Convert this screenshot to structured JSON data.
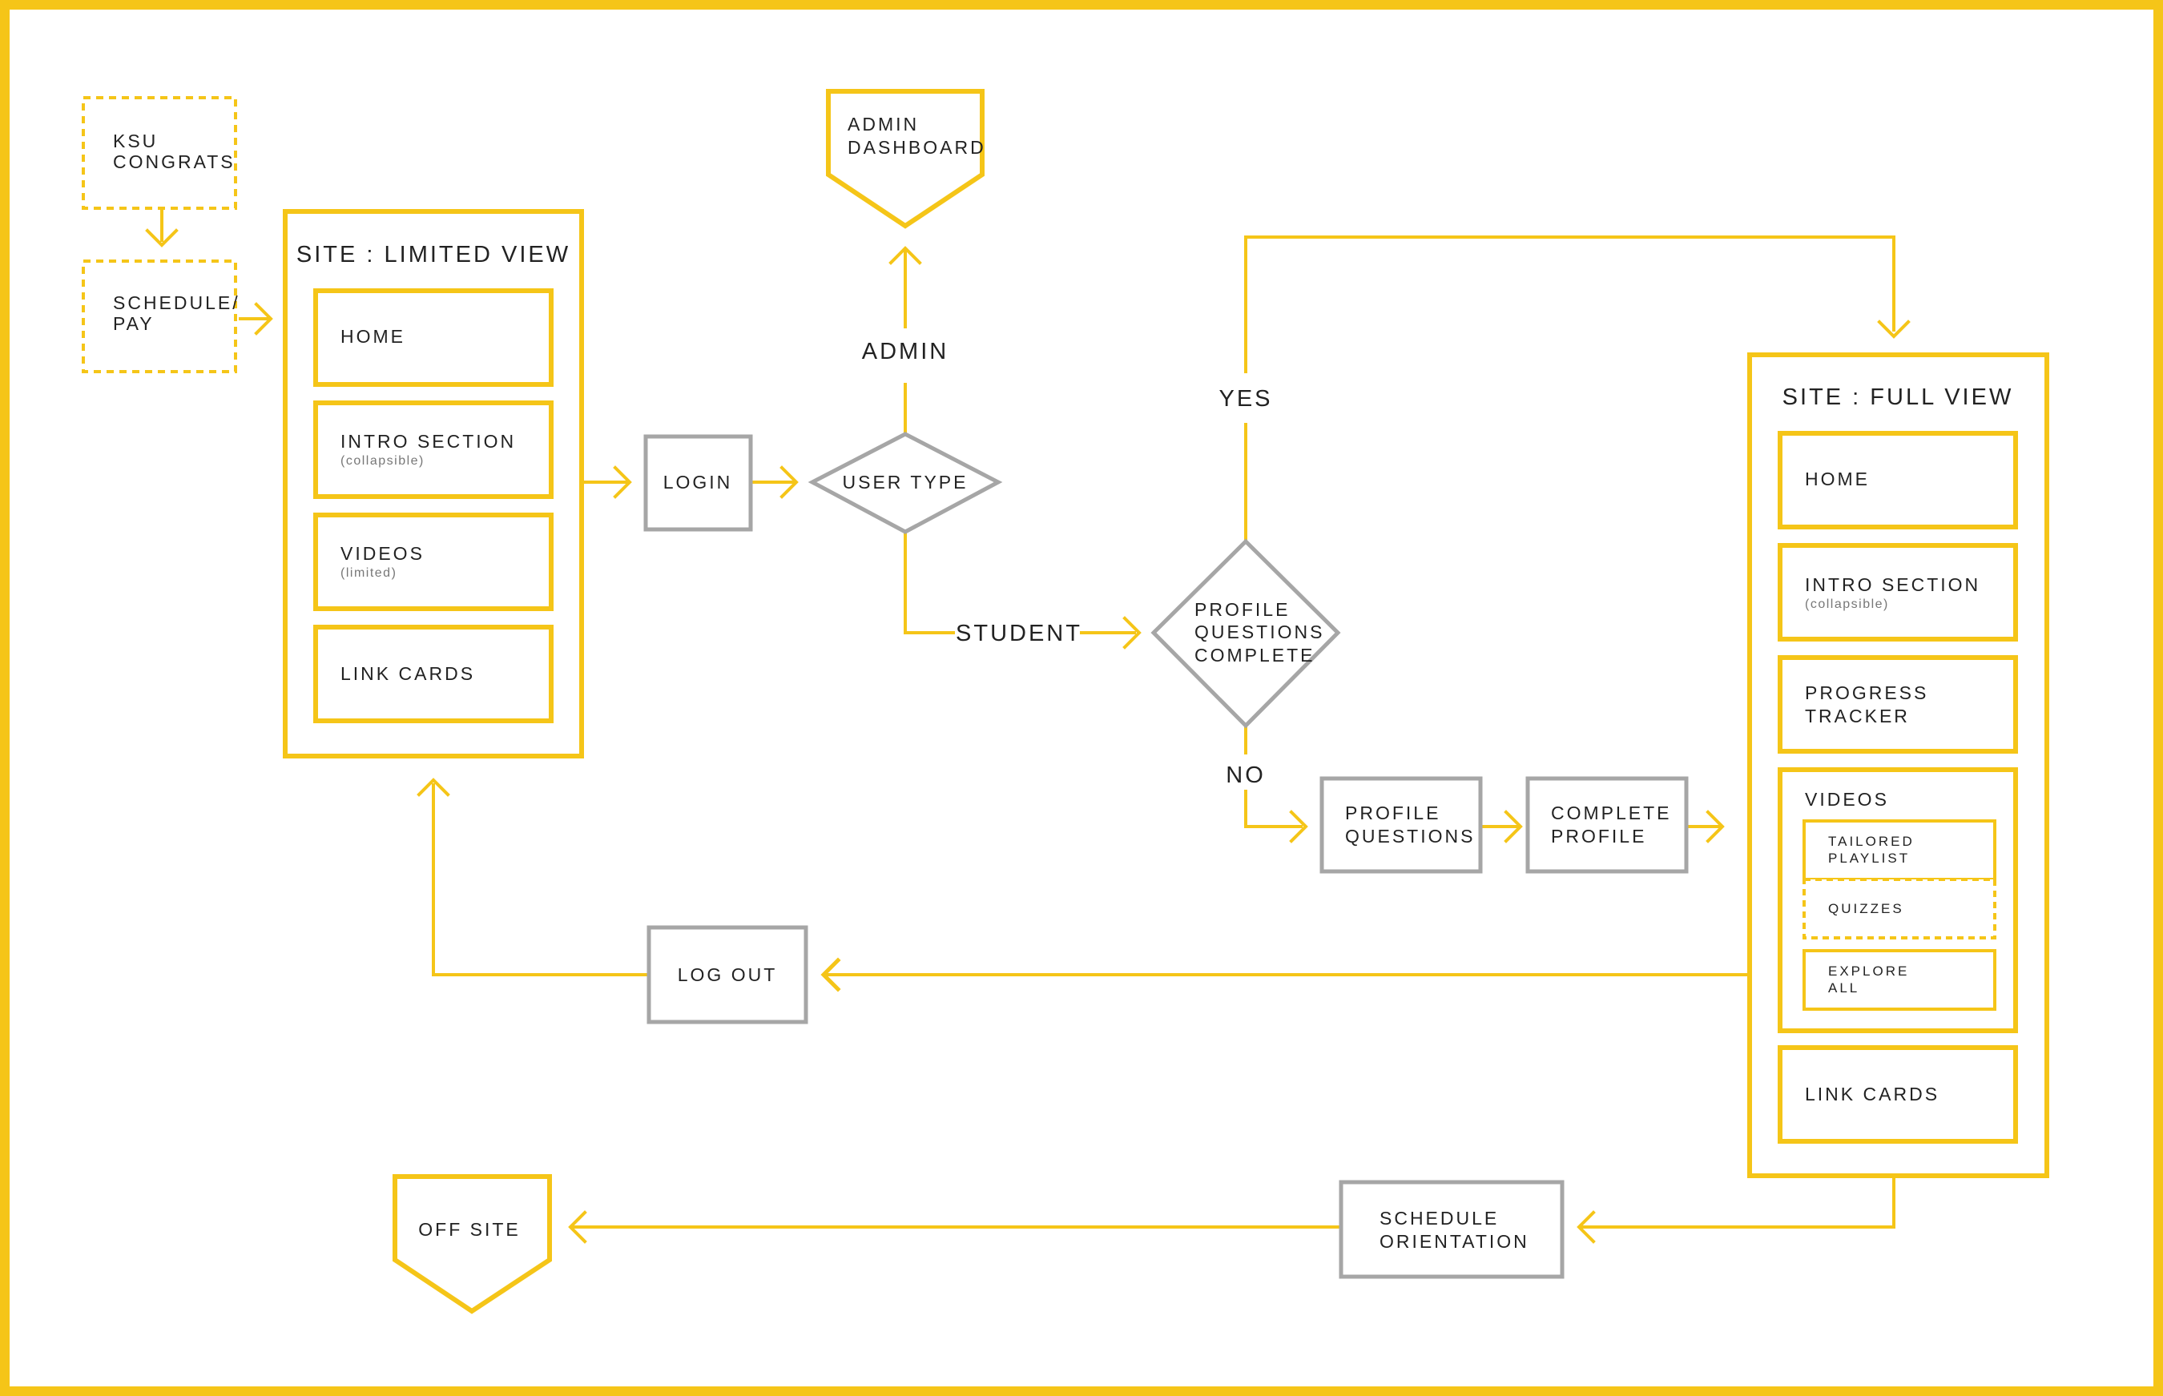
{
  "colors": {
    "accent": "#F5C518",
    "gray": "#A6A6A6",
    "text": "#222222",
    "subtext": "#777777"
  },
  "nodes": {
    "ksu_congrats": [
      "KSU",
      "CONGRATS"
    ],
    "schedule_pay": [
      "SCHEDULE/",
      "PAY"
    ],
    "limited_view": {
      "title": "SITE : LIMITED VIEW",
      "home": "HOME",
      "intro": "INTRO SECTION",
      "intro_sub": "(collapsible)",
      "videos": "VIDEOS",
      "videos_sub": "(limited)",
      "link_cards": "LINK CARDS"
    },
    "login": "LOGIN",
    "user_type": "USER TYPE",
    "admin_dashboard": [
      "ADMIN",
      "DASHBOARD"
    ],
    "profile_complete": [
      "PROFILE",
      "QUESTIONS",
      "COMPLETE"
    ],
    "profile_questions": [
      "PROFILE",
      "QUESTIONS"
    ],
    "complete_profile": [
      "COMPLETE",
      "PROFILE"
    ],
    "full_view": {
      "title": "SITE : FULL VIEW",
      "home": "HOME",
      "intro": "INTRO SECTION",
      "intro_sub": "(collapsible)",
      "progress": [
        "PROGRESS",
        "TRACKER"
      ],
      "videos": "VIDEOS",
      "tailored": [
        "TAILORED",
        "PLAYLIST"
      ],
      "quizzes": "QUIZZES",
      "explore": [
        "EXPLORE",
        "ALL"
      ],
      "link_cards": "LINK CARDS"
    },
    "log_out": "LOG OUT",
    "schedule_orientation": [
      "SCHEDULE",
      "ORIENTATION"
    ],
    "off_site": "OFF SITE"
  },
  "edges": {
    "admin": "ADMIN",
    "student": "STUDENT",
    "yes": "YES",
    "no": "NO"
  }
}
